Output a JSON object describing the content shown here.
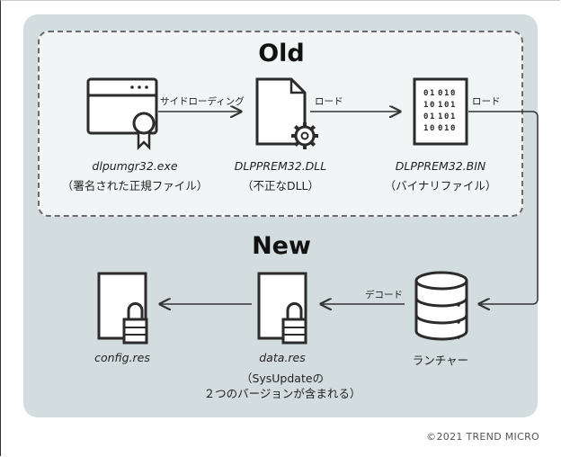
{
  "sections": {
    "old": "Old",
    "new": "New"
  },
  "nodes": {
    "dlpumgr": {
      "name": "dlpumgr32.exe",
      "desc": "（署名された正規ファイル）"
    },
    "dll": {
      "name": "DLPPREM32.DLL",
      "desc": "（不正なDLL）"
    },
    "bin": {
      "name": "DLPPREM32.BIN",
      "desc": "（バイナリファイル）"
    },
    "launcher": {
      "name": "ランチャー"
    },
    "datares": {
      "name": "data.res",
      "desc1": "（SysUpdateの",
      "desc2": "２つのバージョンが含まれる）"
    },
    "config": {
      "name": "config.res"
    }
  },
  "edges": {
    "sideload": "サイドローディング",
    "load1": "ロード",
    "load2": "ロード",
    "decode": "デコード"
  },
  "copyright": "©2021 TREND MICRO"
}
